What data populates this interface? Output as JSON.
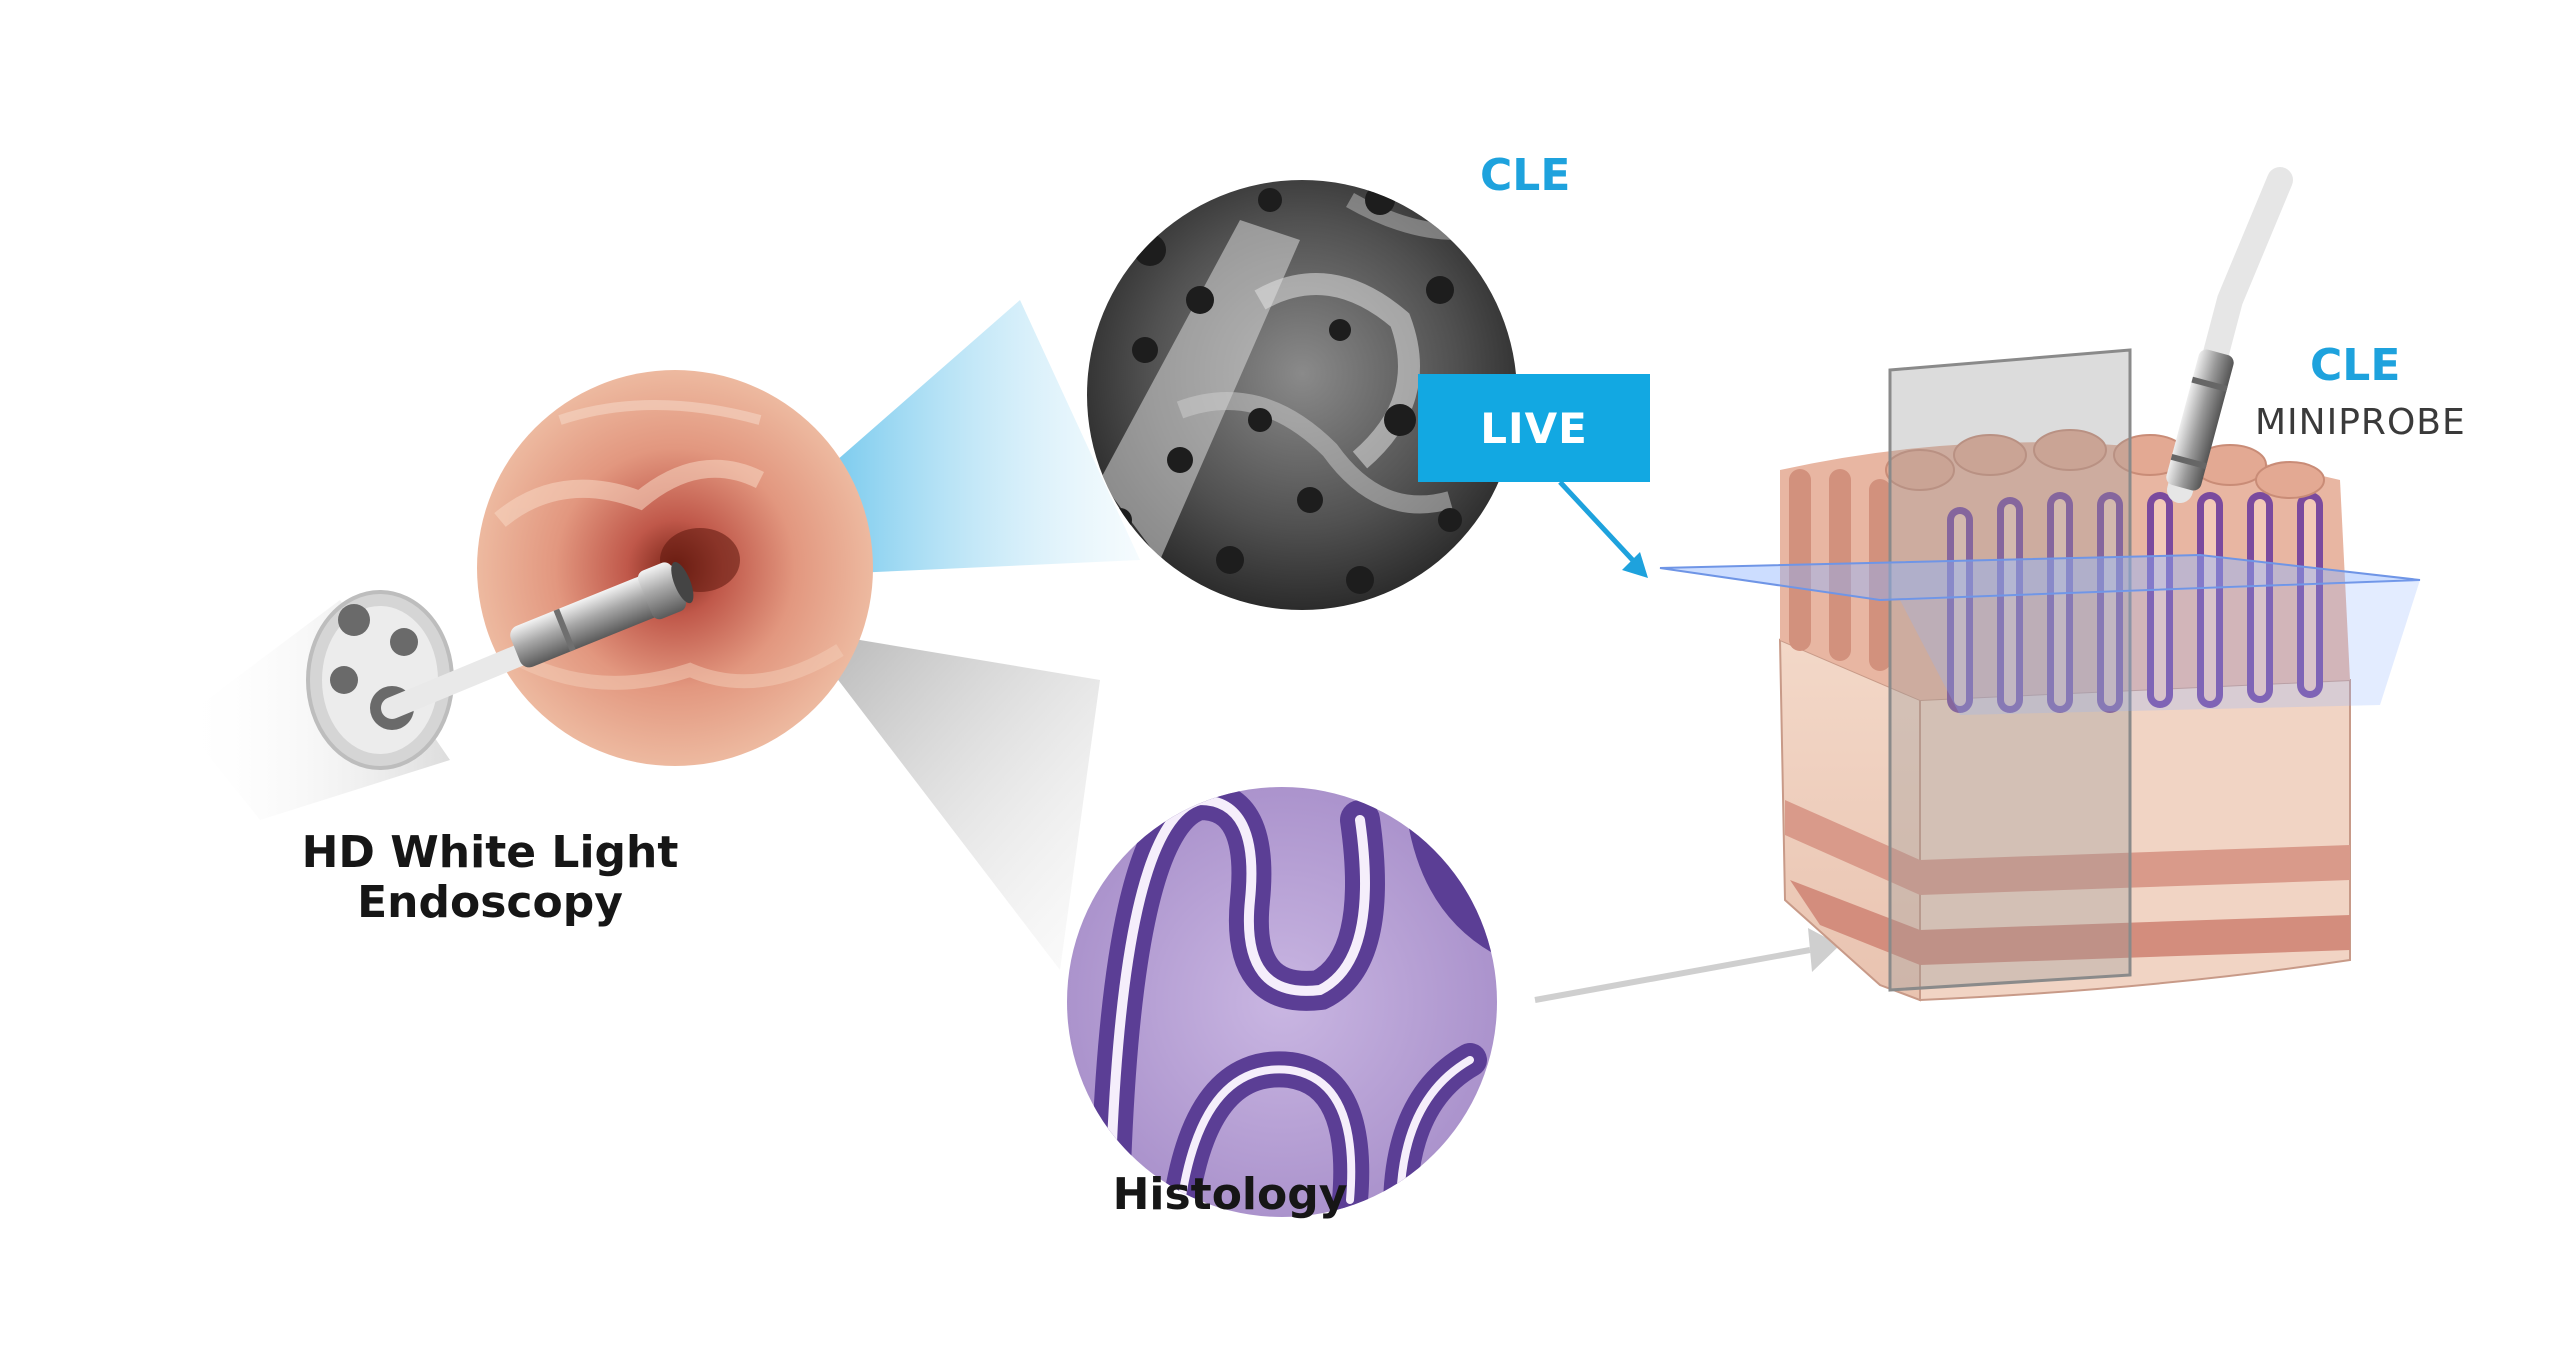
{
  "labels": {
    "wle_line1": "HD White Light",
    "wle_line2": "Endoscopy",
    "cle_top": "CLE",
    "live": "LIVE",
    "cle_probe": "CLE",
    "miniprobe": "MINIPROBE",
    "histology": "Histology"
  },
  "colors": {
    "accent_blue": "#1ea2dd",
    "live_box": "#12a8e2",
    "text_dark": "#161616",
    "arrow_gray": "#cfcfcf",
    "tissue_pink": "#e8b8a6",
    "crypt_purple": "#7a4a9e",
    "histology_violet": "#9a86c4",
    "cle_gray": "#6a6a6a"
  }
}
